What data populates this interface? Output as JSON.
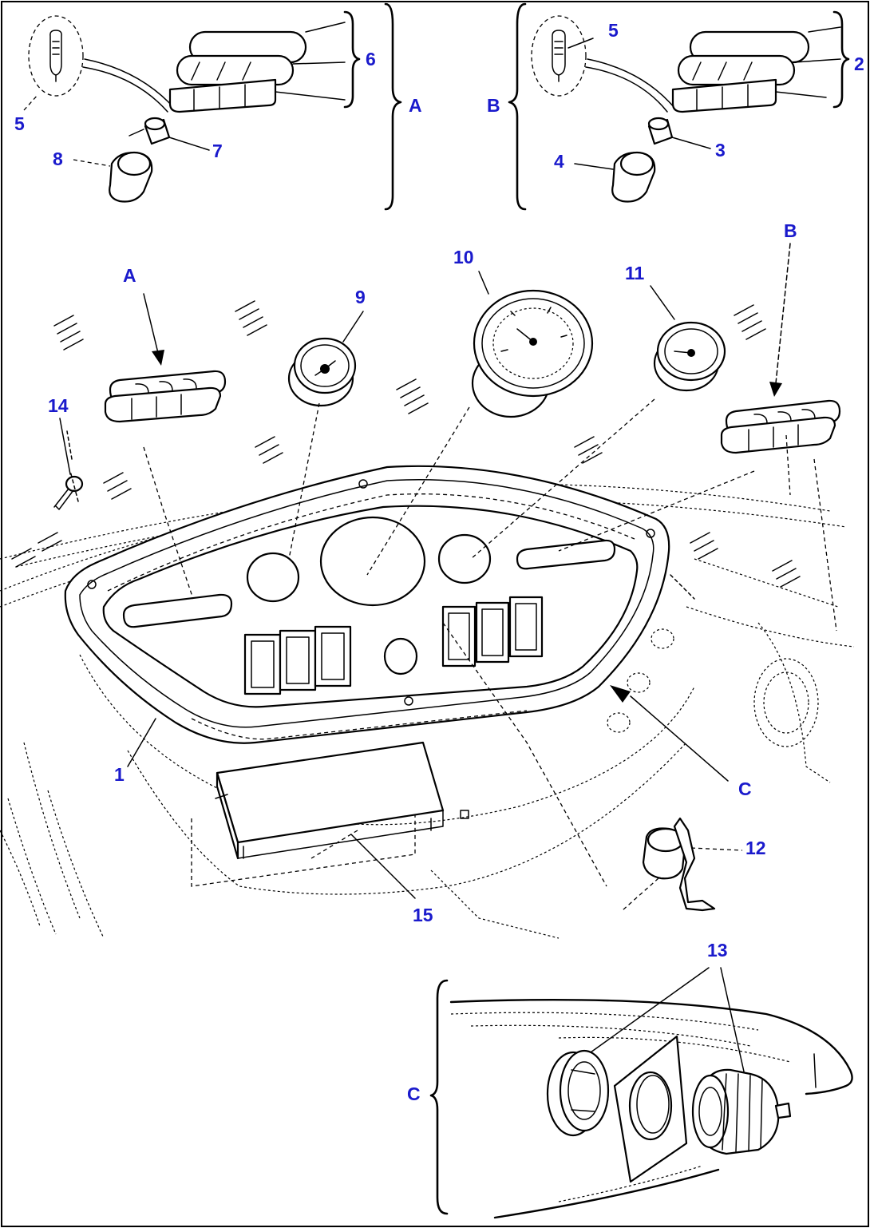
{
  "diagram": {
    "label_color": "#1a1acc",
    "line_color": "#000000",
    "background": "#ffffff",
    "labels": {
      "l1": "1",
      "l2": "2",
      "l3": "3",
      "l4": "4",
      "l5a": "5",
      "l5b": "5",
      "l6": "6",
      "l7": "7",
      "l8": "8",
      "l9": "9",
      "l10": "10",
      "l11": "11",
      "l12": "12",
      "l13": "13",
      "l14": "14",
      "l15": "15",
      "A_detail": "A",
      "B_detail": "B",
      "A_arrow": "A",
      "B_arrow": "B",
      "C_arrow": "C",
      "C_detail": "C"
    }
  }
}
